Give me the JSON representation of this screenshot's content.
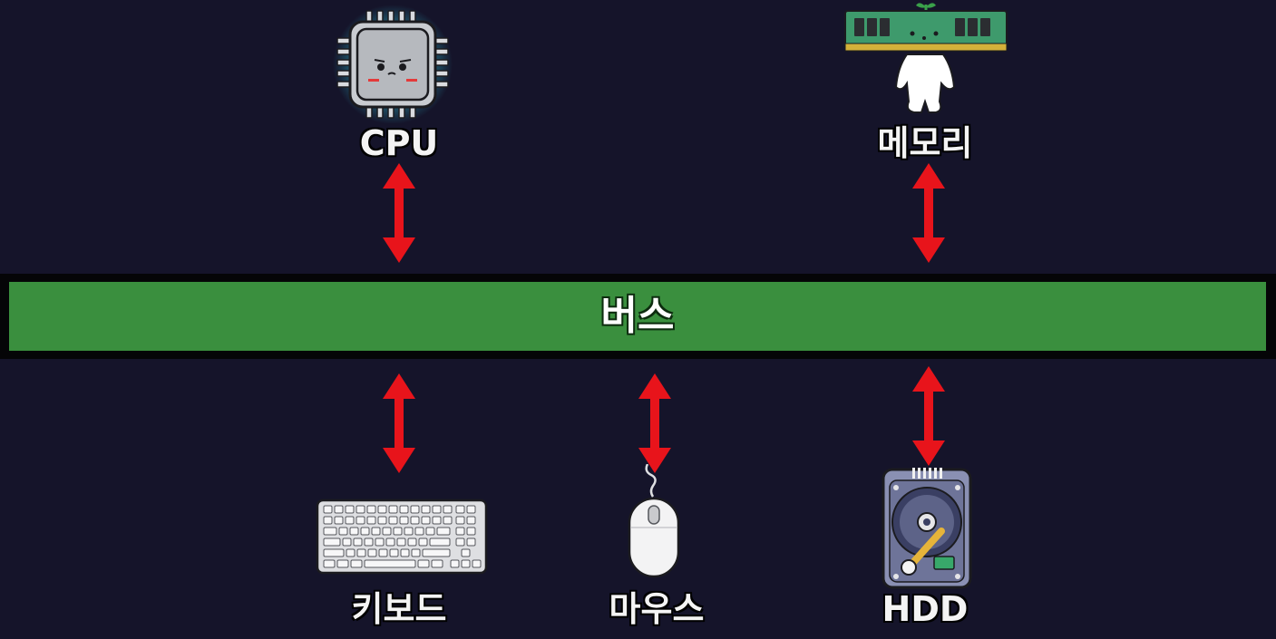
{
  "bus": {
    "label": "버스"
  },
  "components": {
    "cpu": {
      "label": "CPU",
      "icon": "cpu-chip-icon"
    },
    "memory": {
      "label": "메모리",
      "icon": "ram-stick-icon"
    },
    "keyboard": {
      "label": "키보드",
      "icon": "keyboard-icon"
    },
    "mouse": {
      "label": "마우스",
      "icon": "mouse-icon"
    },
    "hdd": {
      "label": "HDD",
      "icon": "hard-disk-icon"
    }
  },
  "colors": {
    "background": "#15142a",
    "bus": "#3a8f3e",
    "arrow": "#e8141b",
    "label": "#f4f4f4"
  }
}
